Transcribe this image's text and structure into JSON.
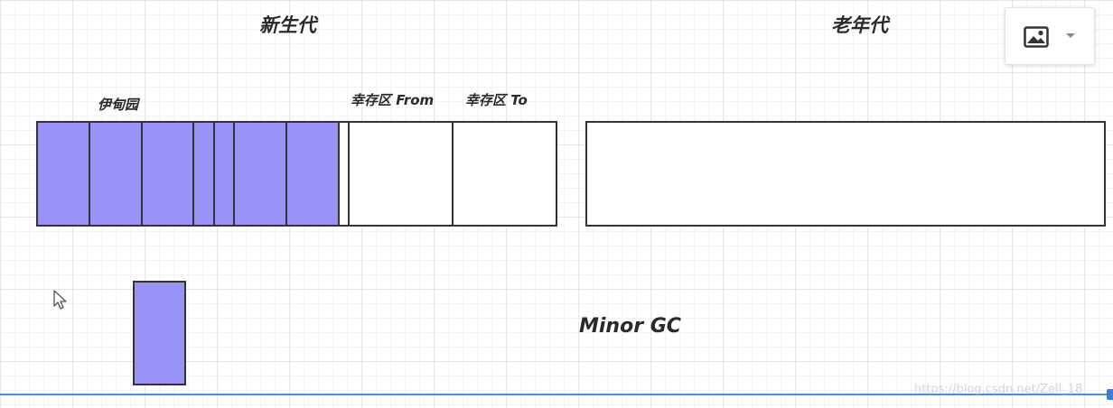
{
  "labels": {
    "young_gen": "新生代",
    "old_gen": "老年代",
    "eden": "伊甸园",
    "survivor_from": "幸存区 From",
    "survivor_to": "幸存区 To",
    "minor_gc": "Minor GC"
  },
  "toolbar": {
    "image_icon": "image-icon",
    "dropdown_icon": "chevron-down-icon"
  },
  "colors": {
    "object_fill": "#9892f8",
    "stroke": "#333333",
    "accent": "#4a90d9"
  },
  "watermark": "https://blog.csdn.net/Zell_18"
}
